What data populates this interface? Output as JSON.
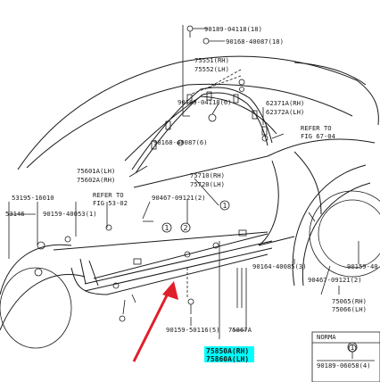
{
  "parts": {
    "p90189_04118": "90189-04118(18)",
    "p90168_40087": "90168-40087(18)",
    "p75551": "75551(RH)",
    "p75552": "75552(LH)",
    "p90189_04118_6": "90189-04118(6)",
    "p62371": "62371A(RH)",
    "p62372": "62372A(LH)",
    "refer_67": "REFER TO",
    "fig_67": "FIG 67-04",
    "p90168_40087_6": "90168-40087(6)",
    "p75601": "75601A(LH)",
    "p75602": "75602A(RH)",
    "p75710": "75710(RH)",
    "p75720": "75720(LH)",
    "p90467_09121": "90467-09121(2)",
    "p53195": "53195-16010",
    "p53146": "53146",
    "p90159_40053": "90159-40053(1)",
    "refer_53": "REFER TO",
    "fig_53": "FIG 53-02",
    "p90164_40085": "90164-40085(3)",
    "p90159_right": "90159-40",
    "p90467_09121_r": "90467-09121(2)",
    "p75065": "75065(RH)",
    "p75066": "75066(LH)",
    "p90159_50116": "90159-50116(5)",
    "p75867": "75867A",
    "p75850": "75850A(RH)",
    "p75860": "75860A(LH)",
    "normal": "NORMA",
    "p90189_06058": "90189-06058(4)",
    "circle1": "1",
    "circle2": "2"
  },
  "colors": {
    "highlight": "#00ffff",
    "arrow": "#e0202a",
    "ink": "#1a1a1a"
  }
}
